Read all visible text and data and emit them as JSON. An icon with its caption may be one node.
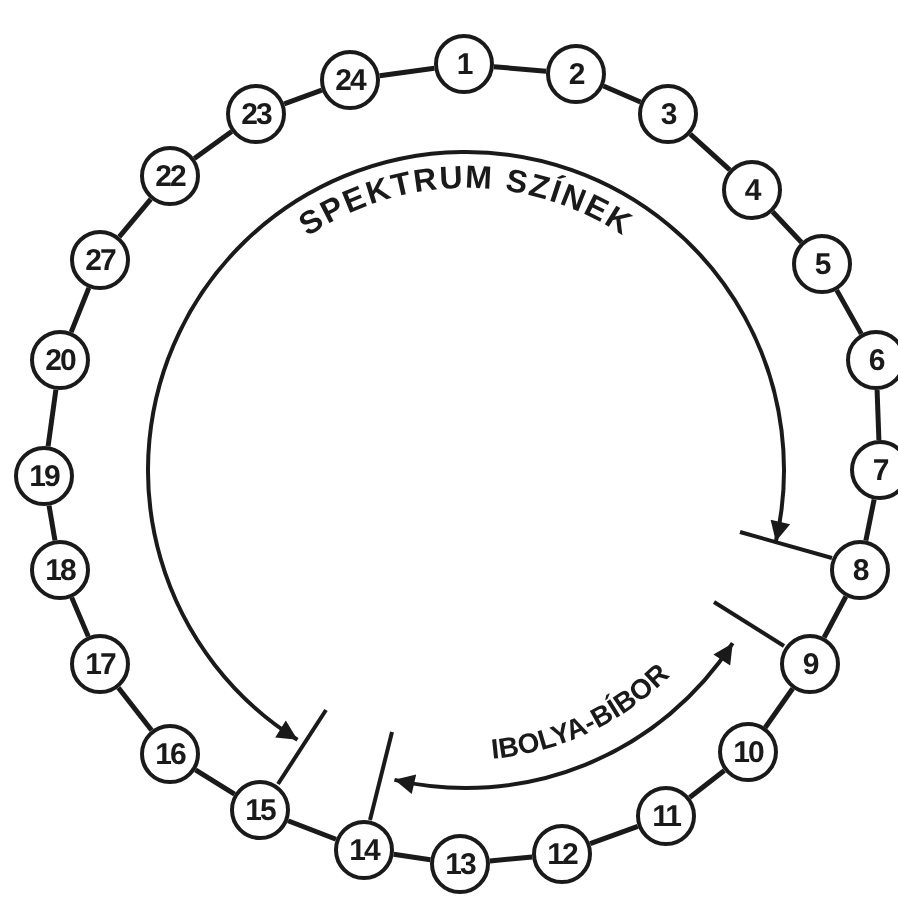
{
  "diagram": {
    "nodes": [
      {
        "text": [
          "1"
        ]
      },
      {
        "text": [
          "2"
        ]
      },
      {
        "text": [
          "3"
        ]
      },
      {
        "text": [
          "4"
        ]
      },
      {
        "text": [
          "5"
        ]
      },
      {
        "text": [
          "6"
        ]
      },
      {
        "text": [
          "7"
        ]
      },
      {
        "text": [
          "8"
        ]
      },
      {
        "text": [
          "9"
        ]
      },
      {
        "text": [
          "10"
        ]
      },
      {
        "text": [
          "11"
        ]
      },
      {
        "text": [
          "12"
        ]
      },
      {
        "text": [
          "13"
        ]
      },
      {
        "text": [
          "14"
        ]
      },
      {
        "text": [
          "15"
        ]
      },
      {
        "text": [
          "16"
        ]
      },
      {
        "text": [
          "17"
        ]
      },
      {
        "text": [
          "18"
        ]
      },
      {
        "text": [
          "19"
        ]
      },
      {
        "text": [
          "20"
        ]
      },
      {
        "text": [
          "27"
        ]
      },
      {
        "text": [
          "22"
        ]
      },
      {
        "text": [
          "23"
        ]
      },
      {
        "text": [
          "24"
        ]
      }
    ],
    "edges": [
      {
        "from": 0,
        "to": 1,
        "arrow": "none"
      },
      {
        "from": 1,
        "to": 2,
        "arrow": "none"
      },
      {
        "from": 2,
        "to": 3,
        "arrow": "none"
      },
      {
        "from": 3,
        "to": 4,
        "arrow": "none"
      },
      {
        "from": 4,
        "to": 5,
        "arrow": "none"
      },
      {
        "from": 5,
        "to": 6,
        "arrow": "none"
      },
      {
        "from": 6,
        "to": 7,
        "arrow": "none"
      },
      {
        "from": 7,
        "to": 8,
        "arrow": "none"
      },
      {
        "from": 8,
        "to": 9,
        "arrow": "none"
      },
      {
        "from": 9,
        "to": 10,
        "arrow": "none"
      },
      {
        "from": 10,
        "to": 11,
        "arrow": "none"
      },
      {
        "from": 11,
        "to": 12,
        "arrow": "none"
      },
      {
        "from": 12,
        "to": 13,
        "arrow": "none"
      },
      {
        "from": 13,
        "to": 14,
        "arrow": "none"
      },
      {
        "from": 14,
        "to": 15,
        "arrow": "none"
      },
      {
        "from": 15,
        "to": 16,
        "arrow": "none"
      },
      {
        "from": 16,
        "to": 17,
        "arrow": "none"
      },
      {
        "from": 17,
        "to": 18,
        "arrow": "none"
      },
      {
        "from": 18,
        "to": 19,
        "arrow": "none"
      },
      {
        "from": 19,
        "to": 20,
        "arrow": "none"
      },
      {
        "from": 20,
        "to": 21,
        "arrow": "none"
      },
      {
        "from": 21,
        "to": 22,
        "arrow": "none"
      },
      {
        "from": 22,
        "to": 23,
        "arrow": "none"
      },
      {
        "from": 23,
        "to": 0,
        "arrow": "none"
      },
      {
        "from": 14,
        "to": 7,
        "arrow": "both",
        "label": "SPEKTRUM SZÍNEK"
      },
      {
        "from": 8,
        "to": 13,
        "arrow": "both",
        "label": "IBOLYA-BÍBOR"
      }
    ]
  }
}
